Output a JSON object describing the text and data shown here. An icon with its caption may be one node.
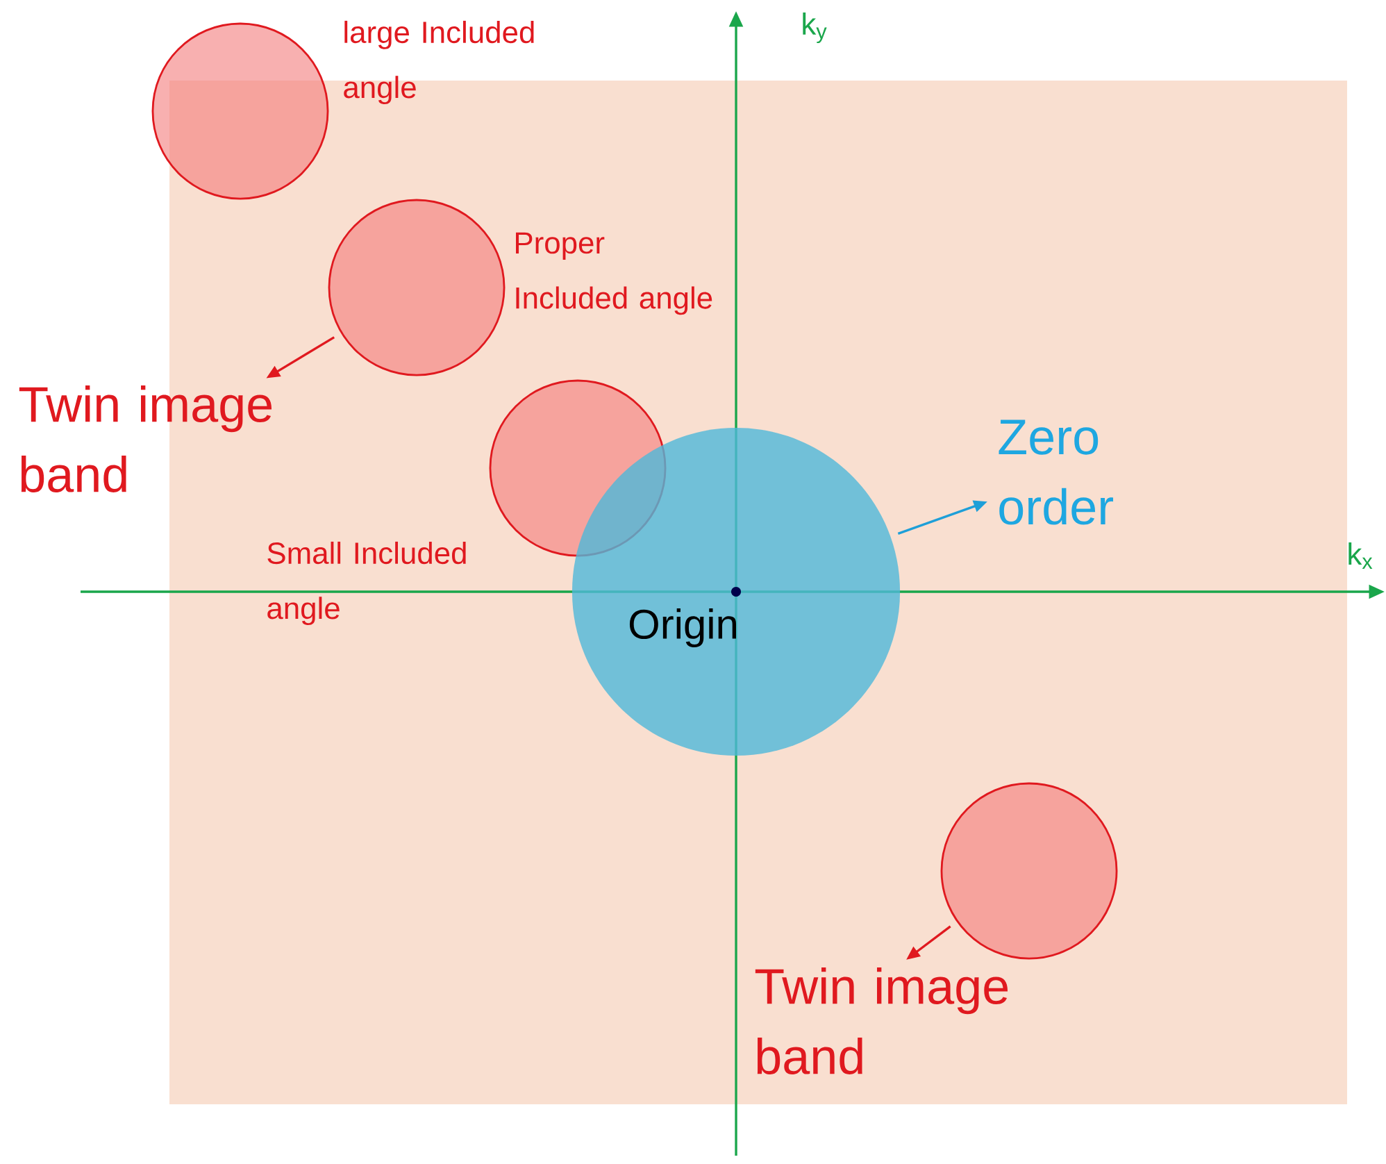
{
  "diagram": {
    "nodes": [
      {
        "text": [],
        "shape": "circle",
        "beside": [
          "large Included angle"
        ]
      },
      {
        "text": [],
        "shape": "circle",
        "beside": [
          "Proper Included angle"
        ]
      },
      {
        "text": [
          "Twin image band"
        ]
      },
      {
        "text": [],
        "shape": "circle",
        "beside": [
          "Small Included angle"
        ]
      },
      {
        "text": [],
        "shape": "circle"
      },
      {
        "text": [
          "Zero order"
        ]
      },
      {
        "text": [],
        "shape": "circle"
      },
      {
        "text": [
          "Twin image band"
        ]
      }
    ],
    "edges": [
      {
        "from": 1,
        "to": 2,
        "arrow": "to"
      },
      {
        "from": 4,
        "to": 5,
        "arrow": "to",
        "color": "#1e9fd8"
      },
      {
        "from": 6,
        "to": 7,
        "arrow": "to"
      }
    ],
    "labels": [
      "k$_{y}$",
      "k$_{x}$",
      "Origin"
    ]
  }
}
